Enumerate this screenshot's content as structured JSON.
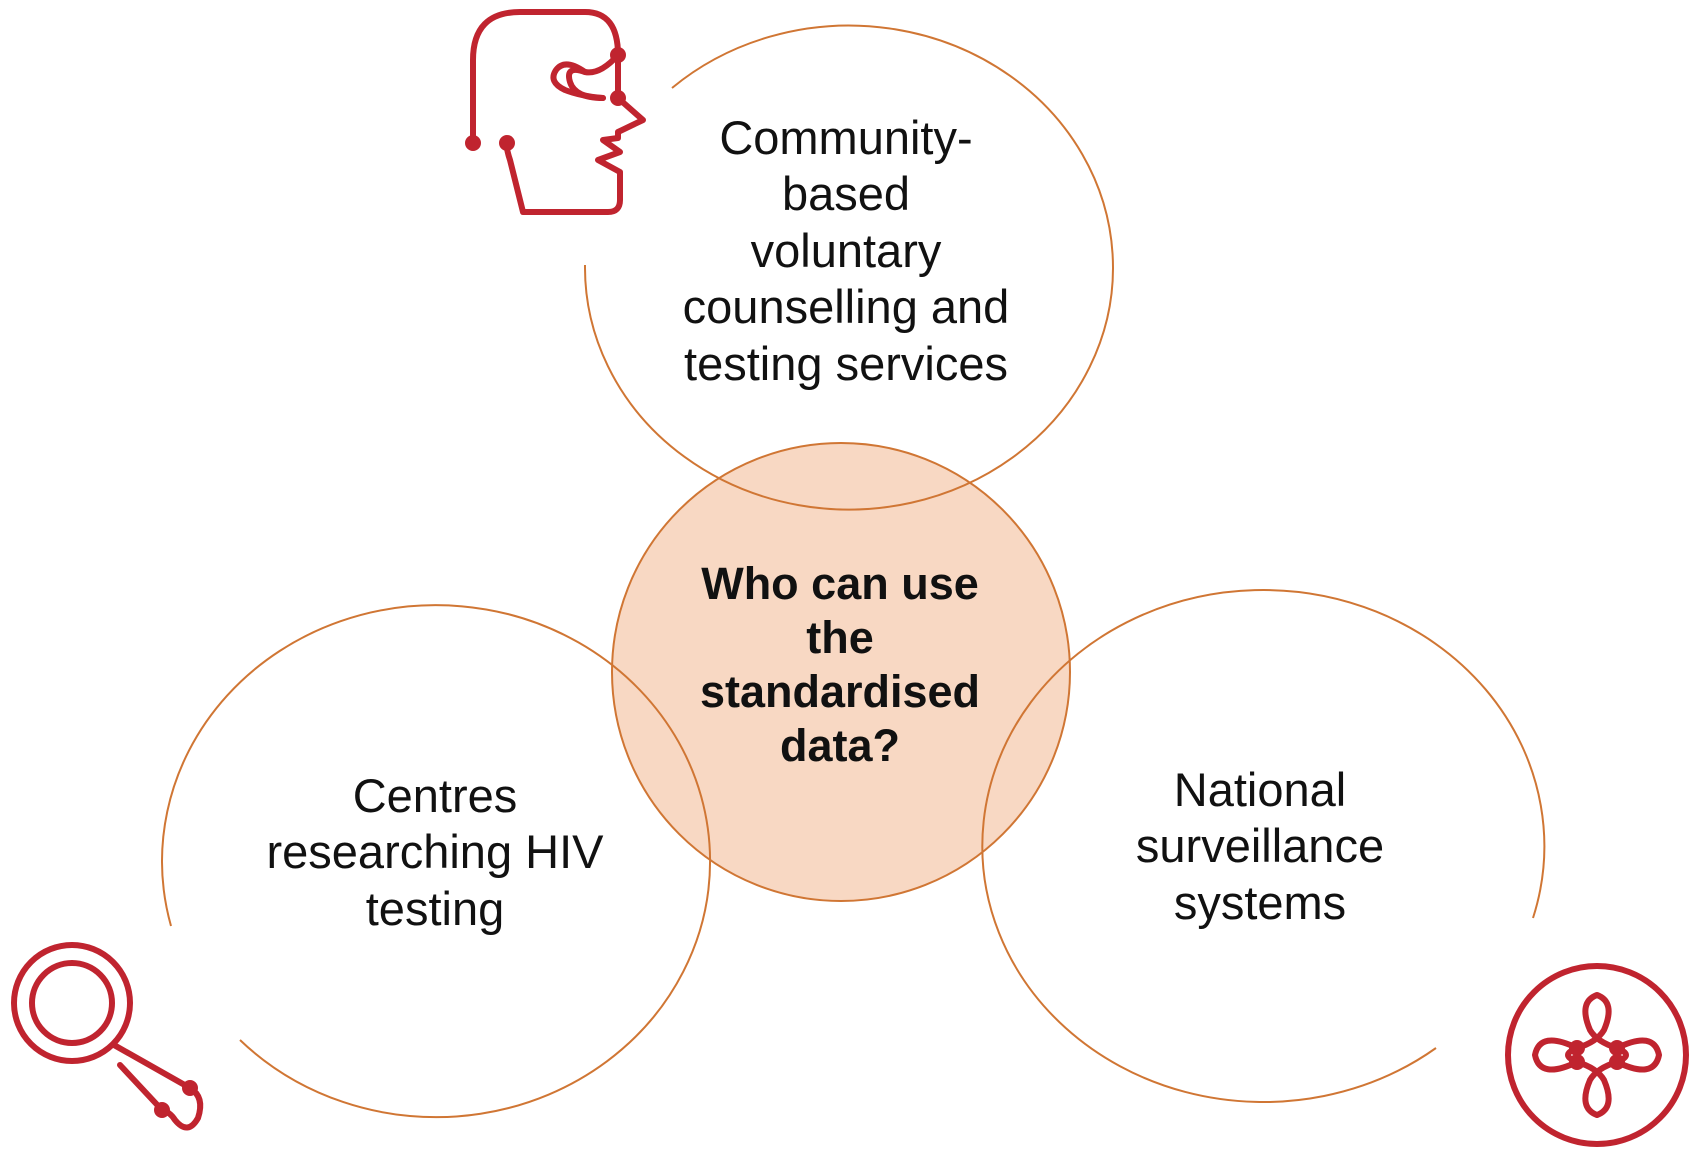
{
  "diagram": {
    "center": {
      "lines": [
        "Who can use",
        "the",
        "standardised",
        "data?"
      ]
    },
    "top": {
      "lines": [
        "Community-",
        "based",
        "voluntary",
        "counselling and",
        "testing services"
      ]
    },
    "left": {
      "lines": [
        "Centres",
        "researching HIV",
        "testing"
      ]
    },
    "right": {
      "lines": [
        "National",
        "surveillance",
        "systems"
      ]
    },
    "icons": {
      "top_left": "head-network-icon",
      "bottom_left": "magnifier-icon",
      "bottom_right": "network-node-icon"
    }
  },
  "colors": {
    "circle_outline": "#D07634",
    "center_fill": "#F8D8C3",
    "icon": "#C0242F",
    "text": "#111111"
  }
}
